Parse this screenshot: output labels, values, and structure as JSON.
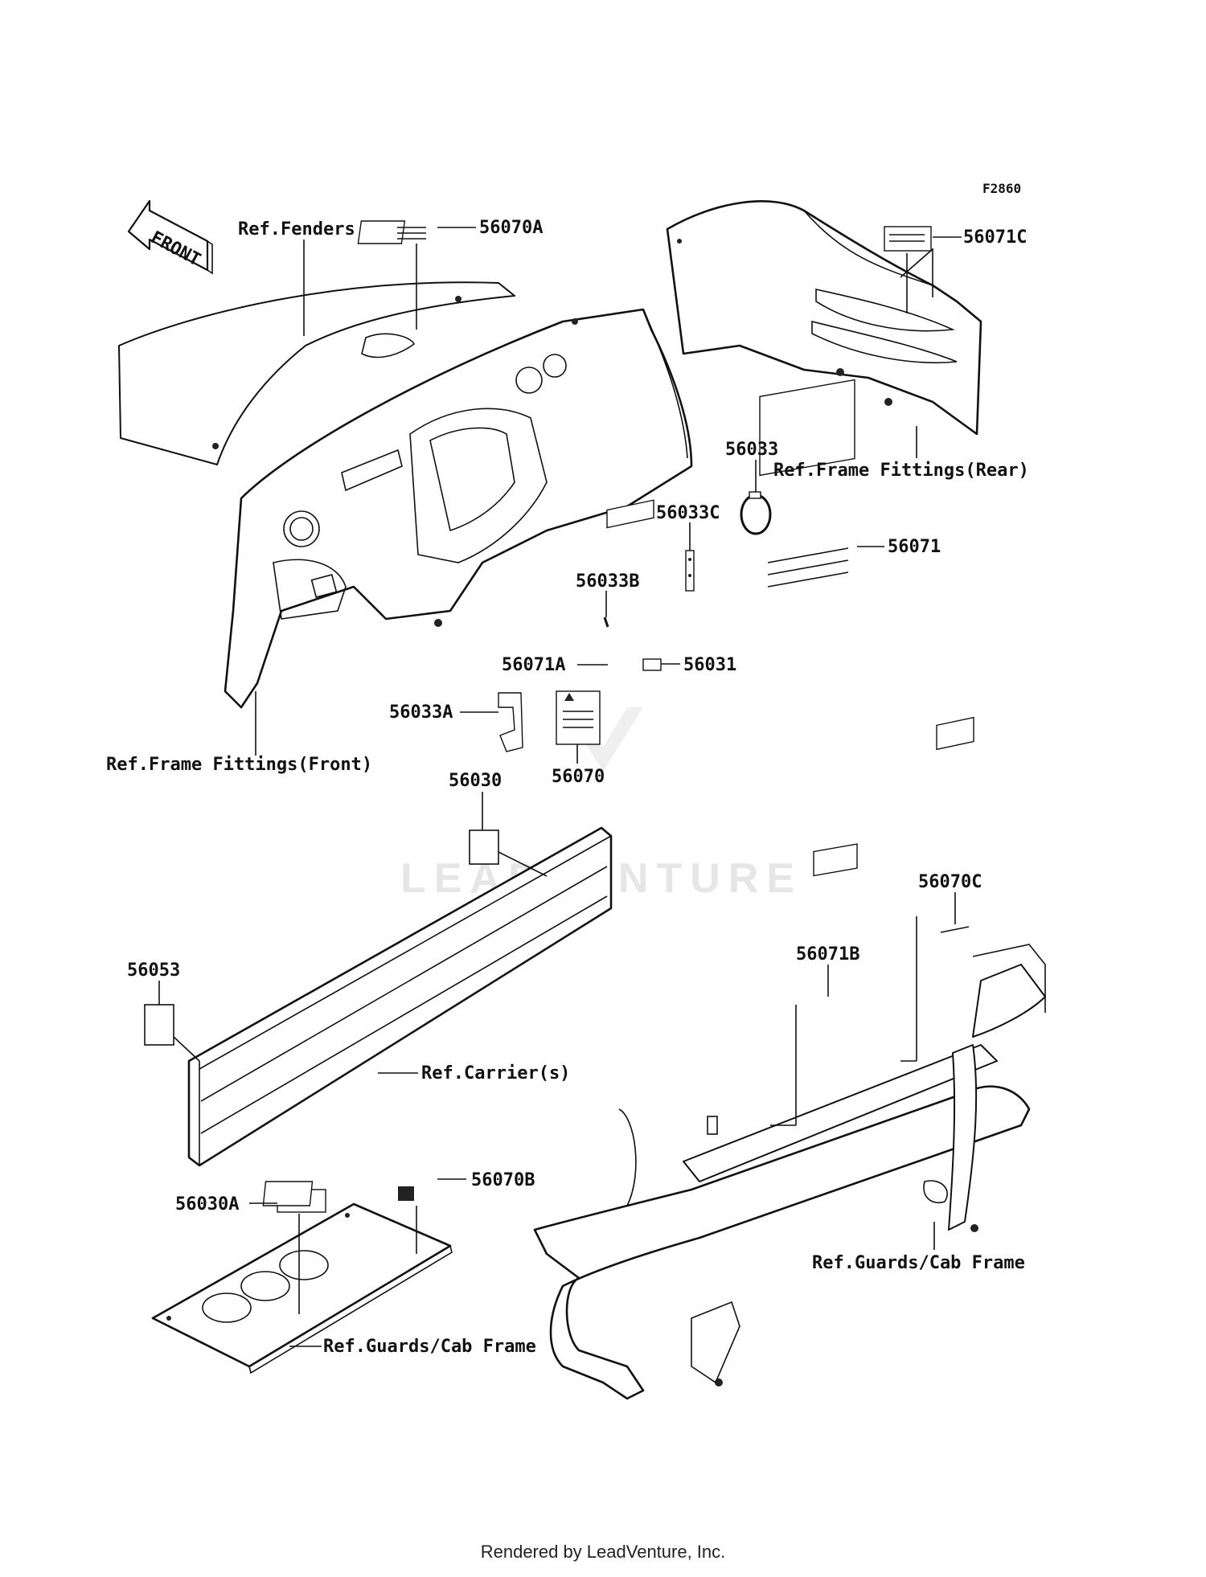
{
  "figure_code": "F2860",
  "front_arrow_label": "FRONT",
  "watermark": "LEADVENTURE",
  "labels": {
    "ref_fenders": "Ref.Fenders",
    "p56070A": "56070A",
    "p56071C": "56071C",
    "p56033": "56033",
    "ref_frame_rear": "Ref.Frame Fittings(Rear)",
    "p56033C": "56033C",
    "p56071": "56071",
    "p56033B": "56033B",
    "p56071A": "56071A",
    "p56031": "56031",
    "p56033A": "56033A",
    "p56070": "56070",
    "ref_frame_front": "Ref.Frame Fittings(Front)",
    "p56030": "56030",
    "p56070C": "56070C",
    "p56053": "56053",
    "p56071B": "56071B",
    "ref_carrier": "Ref.Carrier(s)",
    "p56030A": "56030A",
    "p56070B": "56070B",
    "ref_guards_right": "Ref.Guards/Cab Frame",
    "ref_guards_left": "Ref.Guards/Cab Frame"
  },
  "footer": "Rendered by LeadVenture, Inc."
}
